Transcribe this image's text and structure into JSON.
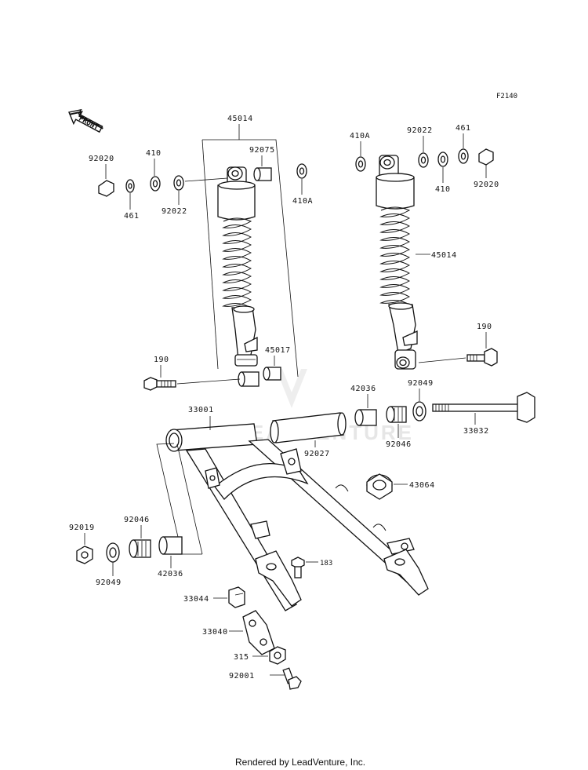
{
  "figure_code": "F2140",
  "front_label": "FRONT",
  "watermark": "LEADVENTURE",
  "footer": "Rendered by LeadVenture, Inc.",
  "part_labels": {
    "p45014_top": "45014",
    "p45014_right": "45014",
    "p92020_left": "92020",
    "p92020_right": "92020",
    "p410_left": "410",
    "p410_right": "410",
    "p461_left": "461",
    "p461_right": "461",
    "p92022_left": "92022",
    "p92022_right": "92022",
    "p92075": "92075",
    "p410A_left": "410A",
    "p410A_right": "410A",
    "p45017": "45017",
    "p190_left": "190",
    "p190_right": "190",
    "p92049_right": "92049",
    "p92049_left": "92049",
    "p42036_right": "42036",
    "p42036_left": "42036",
    "p33001": "33001",
    "p92027": "92027",
    "p92046_right": "92046",
    "p92046_left": "92046",
    "p33032": "33032",
    "p43064": "43064",
    "p92019": "92019",
    "p183": "183",
    "p33044": "33044",
    "p33040": "33040",
    "p315": "315",
    "p92001": "92001"
  }
}
